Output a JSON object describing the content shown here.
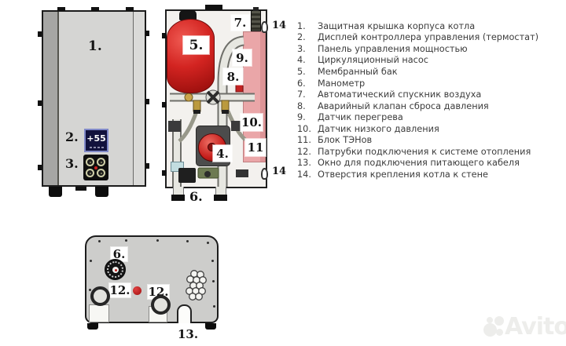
{
  "callouts": {
    "n1": "1.",
    "n2": "2.",
    "n3": "3.",
    "n4": "4.",
    "n5": "5.",
    "n6": "6.",
    "n7": "7.",
    "n8": "8.",
    "n9": "9.",
    "n10": "10.",
    "n11": "11",
    "n12": "12.",
    "n13": "13.",
    "n14": "14"
  },
  "display": {
    "value": "+55"
  },
  "legend": {
    "items": [
      {
        "num": "1.",
        "label": "Защитная крышка корпуса котла"
      },
      {
        "num": "2.",
        "label": "Дисплей контроллера управления (термостат)"
      },
      {
        "num": "3.",
        "label": "Панель управления мощностью"
      },
      {
        "num": "4.",
        "label": "Циркуляционный насос"
      },
      {
        "num": "5.",
        "label": "Мембранный бак"
      },
      {
        "num": "6.",
        "label": "Манометр"
      },
      {
        "num": "7.",
        "label": "Автоматический спускник воздуха"
      },
      {
        "num": "8.",
        "label": "Аварийный клапан сброса давления"
      },
      {
        "num": "9.",
        "label": "Датчик перегрева"
      },
      {
        "num": "10.",
        "label": "Датчик низкого давления"
      },
      {
        "num": "11.",
        "label": "Блок ТЭНов"
      },
      {
        "num": "12.",
        "label": "Патрубки подключения к системе отопления"
      },
      {
        "num": "13.",
        "label": "Окно для подключения питающего кабеля"
      },
      {
        "num": "14.",
        "label": "Отверстия крепления котла к стене"
      }
    ]
  },
  "watermark": {
    "text": "Avito"
  },
  "colors": {
    "tank_red": "#c81818",
    "block_pink": "#eaa6a8",
    "pump_red": "#c51f1c",
    "accent_red": "#cc2222",
    "display_blue": "#12123c",
    "body_gray": "#d5d5d3",
    "legend_text": "#3c3c3c"
  }
}
